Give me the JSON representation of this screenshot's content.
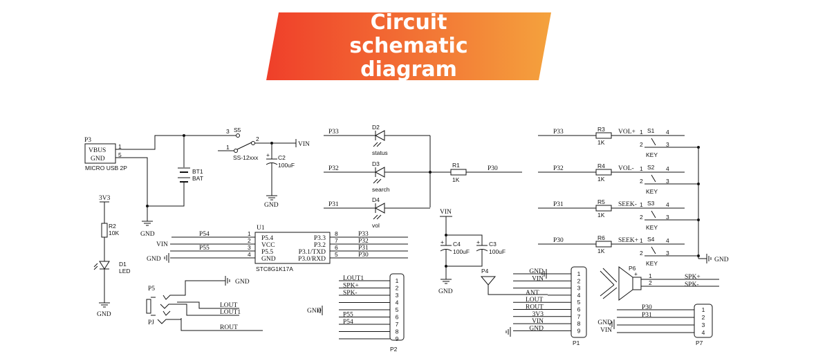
{
  "banner": {
    "title": "Circuit schematic diagram",
    "gradient_start": "#ef3f2a",
    "gradient_end": "#f4a23d"
  },
  "schematic": {
    "p3": {
      "ref": "P3",
      "pin1": "VBUS",
      "pin2": "GND",
      "n1": "1",
      "n5": "5",
      "name": "MICRO USB 2P"
    },
    "bt1": {
      "ref": "BT1",
      "value": "BAT"
    },
    "gnd_label": "GND",
    "s5": {
      "ref": "S5",
      "value": "SS-12xxx",
      "p1": "1",
      "p2": "2",
      "p3": "3"
    },
    "vin_label": "VIN",
    "c2": {
      "ref": "C2",
      "value": "100uF"
    },
    "r2": {
      "ref": "R2",
      "value": "10K"
    },
    "v3v3": "3V3",
    "d1": {
      "ref": "D1",
      "value": "LED"
    },
    "u1": {
      "ref": "U1",
      "name": "STC8G1K17A",
      "left_pins": [
        "P5.4",
        "VCC",
        "P5.5",
        "GND"
      ],
      "right_pins": [
        "P3.3",
        "P3.2",
        "P3.1/TXD",
        "P3.0/RXD"
      ],
      "left_nums": [
        "1",
        "2",
        "3",
        "4"
      ],
      "right_nums": [
        "8",
        "7",
        "6",
        "5"
      ],
      "left_nets": [
        "P54",
        "VIN",
        "P55",
        "GND"
      ],
      "right_nets": [
        "P33",
        "P32",
        "P31",
        "P30"
      ]
    },
    "pj": {
      "ref_p5": "P5",
      "ref_pj": "PJ",
      "nets": [
        "LOUT",
        "LOUT1",
        "ROUT"
      ]
    },
    "leds": [
      {
        "ref": "D2",
        "net": "P33",
        "label": "status"
      },
      {
        "ref": "D3",
        "net": "P32",
        "label": "search"
      },
      {
        "ref": "D4",
        "net": "P31",
        "label": "vol"
      }
    ],
    "r1": {
      "ref": "R1",
      "value": "1K",
      "net": "P30"
    },
    "caps": [
      {
        "ref": "C4",
        "value": "100uF"
      },
      {
        "ref": "C3",
        "value": "100uF"
      }
    ],
    "p2": {
      "ref": "P2",
      "nets": [
        "LOUT1",
        "SPK+",
        "SPK-",
        "",
        "GND",
        "P55",
        "P54",
        "",
        ""
      ],
      "pins": [
        "1",
        "2",
        "3",
        "4",
        "5",
        "6",
        "7",
        "8",
        "9"
      ]
    },
    "p4": {
      "ref": "P4"
    },
    "p1": {
      "ref": "P1",
      "nets": [
        "GND",
        "VIN",
        "",
        "ANT",
        "LOUT",
        "ROUT",
        "3V3",
        "VIN",
        "GND"
      ],
      "pins": [
        "1",
        "2",
        "3",
        "4",
        "5",
        "6",
        "7",
        "8",
        "9"
      ]
    },
    "keys": [
      {
        "net": "P33",
        "r": "R3",
        "rv": "1K",
        "func": "VOL+",
        "s": "S1"
      },
      {
        "net": "P32",
        "r": "R4",
        "rv": "1K",
        "func": "VOL-",
        "s": "S2"
      },
      {
        "net": "P31",
        "r": "R5",
        "rv": "1K",
        "func": "SEEK-",
        "s": "S3"
      },
      {
        "net": "P30",
        "r": "R6",
        "rv": "1K",
        "func": "SEEK+",
        "s": "S4"
      }
    ],
    "key_label": "KEY",
    "key_pins": [
      "1",
      "2",
      "3",
      "4"
    ],
    "p6": {
      "ref": "P6",
      "nets": [
        "SPK+",
        "SPK-"
      ],
      "pins": [
        "1",
        "2"
      ],
      "plus": "+"
    },
    "p7": {
      "ref": "P7",
      "nets": [
        "P30",
        "P31",
        "GND",
        "VIN"
      ],
      "pins": [
        "1",
        "2",
        "3",
        "4"
      ]
    }
  }
}
